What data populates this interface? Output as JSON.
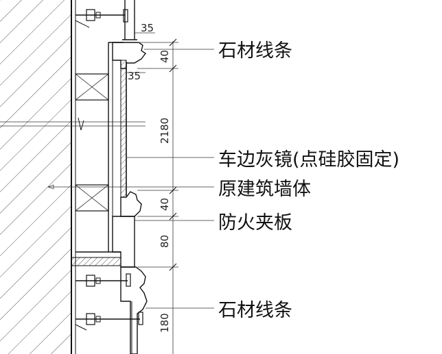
{
  "labels": {
    "stone_line_top": "石材线条",
    "car_edge_mirror": "车边灰镜(点硅胶固定)",
    "original_wall": "原建筑墙体",
    "fire_board": "防火夹板",
    "stone_line_bottom": "石材线条"
  },
  "dimensions": {
    "d35_top": "35",
    "d35_bottom": "35",
    "d40_top": "40",
    "d2180": "2180",
    "d40_bottom": "40",
    "d80": "80",
    "d180": "180"
  },
  "colors": {
    "line": "#111111",
    "hatch": "#555555",
    "background": "#ffffff"
  }
}
